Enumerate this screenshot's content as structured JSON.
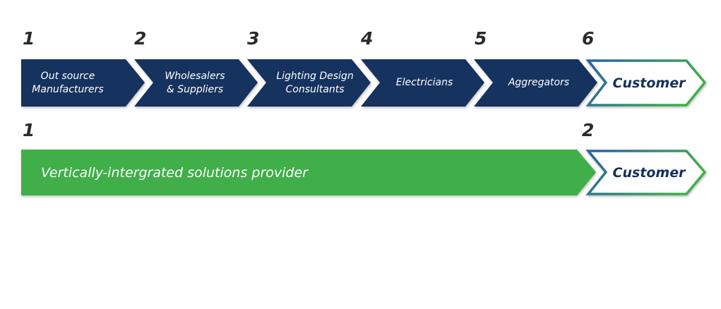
{
  "row1": {
    "steps": [
      {
        "number": "1",
        "label": "Out source\nManufacturers"
      },
      {
        "number": "2",
        "label": "Wholesalers\n& Suppliers"
      },
      {
        "number": "3",
        "label": "Lighting Design\nConsultants"
      },
      {
        "number": "4",
        "label": "Electricians"
      },
      {
        "number": "5",
        "label": "Aggregators"
      }
    ],
    "customer": {
      "number": "6",
      "label": "Customer"
    }
  },
  "row2": {
    "provider": {
      "number": "1",
      "label": "Vertically-intergrated solutions provider"
    },
    "customer": {
      "number": "2",
      "label": "Customer"
    }
  },
  "colors": {
    "navy": "#15305f",
    "green": "#3fae49",
    "customer_gradient": [
      "#2a5fa8",
      "#3fae49"
    ]
  }
}
